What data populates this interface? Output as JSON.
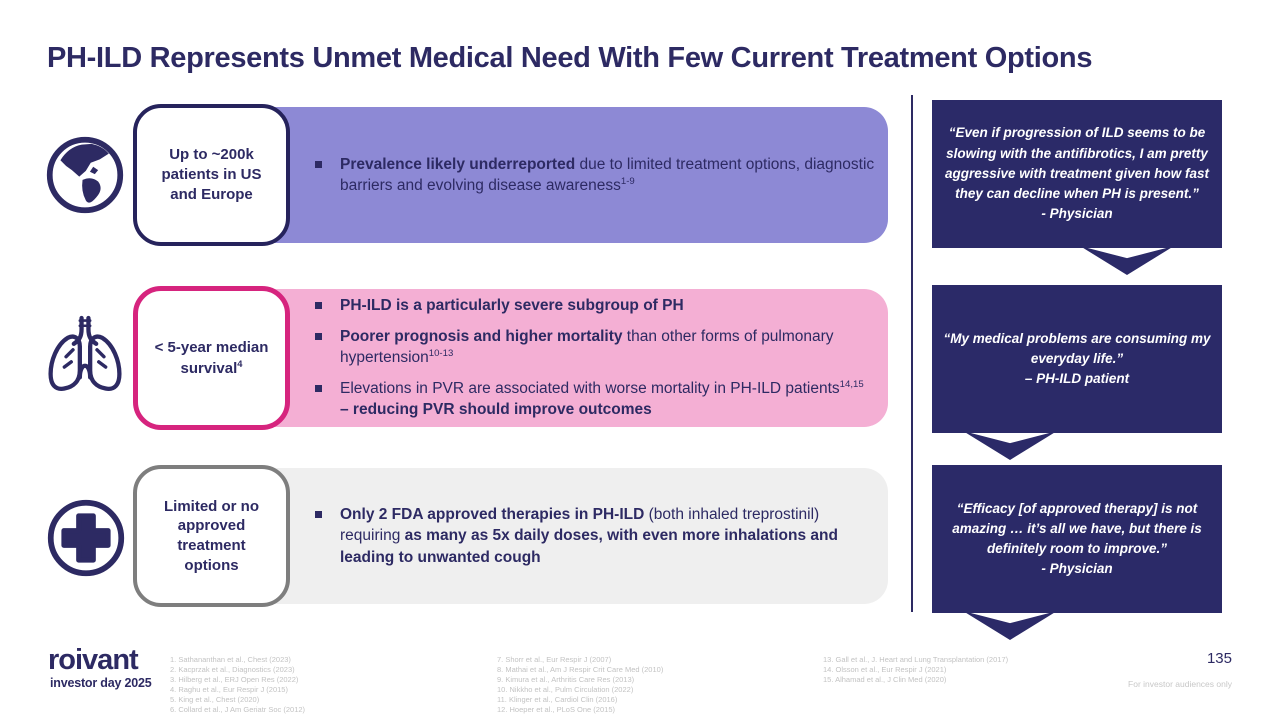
{
  "slide": {
    "title": "PH-ILD Represents Unmet Medical Need With Few Current Treatment Options",
    "page_number": "135",
    "audience_note": "For investor audiences only"
  },
  "logo": {
    "name": "roivant",
    "subtitle": "investor day 2025"
  },
  "colors": {
    "navy": "#2d2a63",
    "quote_bg": "#2b2a68",
    "purple_band": "#8d89d5",
    "pink_band": "#f4afd4",
    "pink_border": "#d6247e",
    "gray_band": "#efefef",
    "gray_border": "#7e7e7e",
    "reference_text": "#c3c3c3"
  },
  "rows": [
    {
      "id": "epidemiology",
      "icon": "globe-icon",
      "label": "Up to ~200k patients in US and Europe",
      "label_sup": "",
      "bullets": [
        {
          "segs": [
            {
              "t": "Prevalence likely underreported",
              "b": true
            },
            {
              "t": " due to limited treatment options, diagnostic barriers and evolving disease awareness",
              "b": false
            },
            {
              "t": "1-9",
              "sup": true
            }
          ]
        }
      ]
    },
    {
      "id": "severity",
      "icon": "lungs-icon",
      "label": "< 5-year median survival",
      "label_sup": "4",
      "bullets": [
        {
          "segs": [
            {
              "t": "PH-ILD is a particularly severe subgroup of PH",
              "b": true
            }
          ]
        },
        {
          "segs": [
            {
              "t": "Poorer prognosis and higher mortality",
              "b": true
            },
            {
              "t": " than other forms of pulmonary hypertension",
              "b": false
            },
            {
              "t": "10-13",
              "sup": true
            }
          ]
        },
        {
          "segs": [
            {
              "t": "Elevations in PVR are associated with worse mortality in PH-ILD patients",
              "b": false
            },
            {
              "t": "14,15",
              "sup": true
            },
            {
              "t": " – reducing PVR should improve outcomes",
              "b": true
            }
          ]
        }
      ]
    },
    {
      "id": "treatment-options",
      "icon": "medical-cross-icon",
      "label": "Limited or no approved treatment options",
      "label_sup": "",
      "bullets": [
        {
          "segs": [
            {
              "t": "Only 2 FDA approved therapies in PH-ILD",
              "b": true
            },
            {
              "t": " (both inhaled treprostinil) requiring ",
              "b": false
            },
            {
              "t": "as many as 5x daily doses, with even more inhalations and leading to unwanted cough",
              "b": true
            }
          ]
        }
      ]
    }
  ],
  "quotes": [
    {
      "text": "“Even if progression of ILD seems to be slowing with the antifibrotics, I am pretty aggressive with treatment given how fast they can decline when PH is present.”",
      "attribution": "- Physician"
    },
    {
      "text": "“My medical problems are consuming my everyday life.”",
      "attribution": "– PH-ILD patient"
    },
    {
      "text": "“Efficacy [of approved therapy] is not amazing … it’s all we have, but there is definitely room to improve.”",
      "attribution": "- Physician"
    }
  ],
  "references": {
    "col1": [
      "1. Sathananthan et al., Chest (2023)",
      "2. Kacprzak et al., Diagnostics (2023)",
      "3. Hilberg et al., ERJ Open Res (2022)",
      "4. Raghu et al., Eur Respir J (2015)",
      "5. King et al., Chest (2020)",
      "6. Collard et al., J Am Geriatr Soc (2012)"
    ],
    "col2": [
      "7. Shorr et al., Eur Respir J (2007)",
      "8. Mathai et al., Am J Respir Crit Care Med (2010)",
      "9. Kimura et al., Arthritis Care Res (2013)",
      "10. Nikkho et al., Pulm Circulation (2022)",
      "11. Klinger et al., Cardiol Clin (2016)",
      "12. Hoeper et al., PLoS One (2015)"
    ],
    "col3": [
      "13. Gall et al., J. Heart and Lung Transplantation (2017)",
      "14. Olsson et al., Eur Respir J (2021)",
      "15. Alhamad et al., J Clin Med (2020)"
    ]
  }
}
